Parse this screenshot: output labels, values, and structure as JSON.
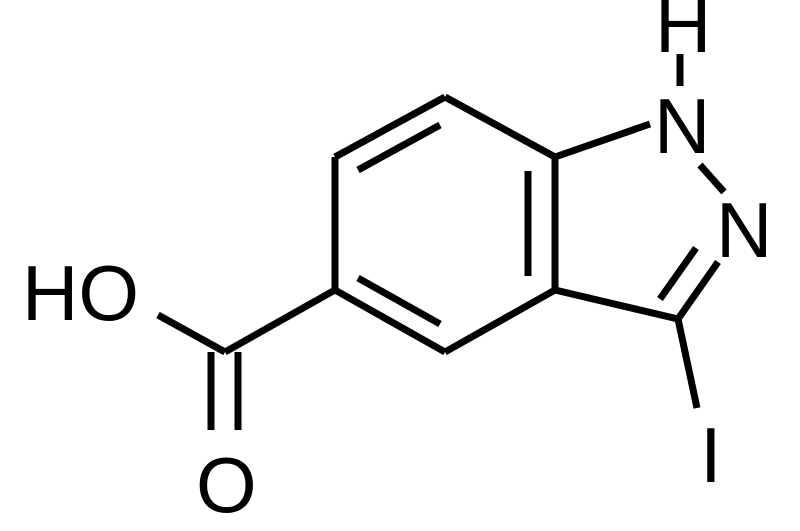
{
  "structure": {
    "atoms": {
      "h_label": "H",
      "n1_label": "N",
      "n2_label": "N",
      "hydroxyl_label": "HO",
      "carbonyl_o_label": "O",
      "iodine_label": "I"
    }
  },
  "colors": {
    "bond": "#000000",
    "label": "#000000",
    "background": "#ffffff"
  }
}
